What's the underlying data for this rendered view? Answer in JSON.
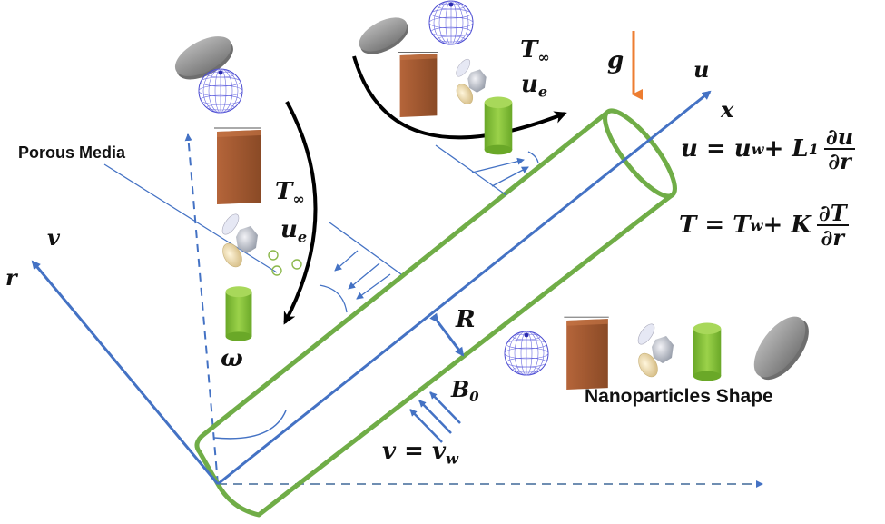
{
  "diagram": {
    "title": "Inclined stretching cylinder with nanoparticle shapes in porous media",
    "labels": {
      "porous_media": "Porous Media",
      "nanoparticles_shape": "Nanoparticles Shape",
      "t_inf_left": "T",
      "t_inf_left_sub": "∞",
      "ue_left": "u",
      "ue_left_sub": "e",
      "t_inf_top": "T",
      "t_inf_top_sub": "∞",
      "ue_top": "u",
      "ue_top_sub": "e",
      "gravity": "g",
      "axis_u": "u",
      "axis_x": "x",
      "axis_v": "v",
      "axis_r": "r",
      "radius": "R",
      "angle": "ω",
      "magnetic_field": "B",
      "magnetic_field_sub": "0",
      "wall_suction_lhs": "v = v",
      "wall_suction_sub": "w"
    },
    "equations": {
      "velocity_slip": {
        "lhs": "u = u",
        "lhs_sub": "w",
        "plus": " + L",
        "plus_sub": "1",
        "num": "∂u",
        "den": "∂r"
      },
      "thermal_slip": {
        "lhs": "T = T",
        "lhs_sub": "w",
        "plus": " + K",
        "num": "∂T",
        "den": "∂r"
      }
    },
    "nanoparticle_shapes": [
      "sphere",
      "brick",
      "platelet-crystals",
      "cylinder",
      "disk"
    ],
    "colors": {
      "cylinder": "#70ad47",
      "axis": "#4472c4",
      "gravity": "#ed7d31",
      "flow_arrow": "#000000",
      "brick": "#a0522d",
      "sphere_mesh": "#4a4ad0",
      "disk": "#8c8c8c"
    }
  }
}
